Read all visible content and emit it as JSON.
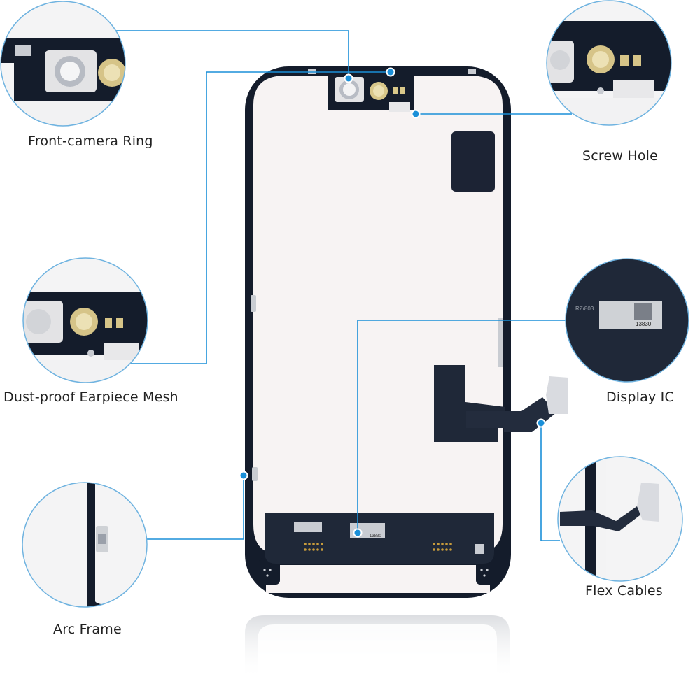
{
  "callouts": {
    "front_camera_ring": "Front-camera Ring",
    "screw_hole": "Screw Hole",
    "dust_proof_earpiece_mesh": "Dust-proof Earpiece Mesh",
    "display_ic": "Display IC",
    "flex_cables": "Flex Cables",
    "arc_frame": "Arc Frame"
  },
  "ic_markings": {
    "chip_code": "13830",
    "chip_code_zoom": "13830",
    "panel_code": "RZ/803"
  },
  "colors": {
    "callout_line": "#1a8fd8",
    "callout_dot": "#1a8fd8",
    "circle_border": "#6fb3e0",
    "frame": "#141c2b",
    "panel": "#f7f3f3",
    "flex": "#1f2838"
  }
}
